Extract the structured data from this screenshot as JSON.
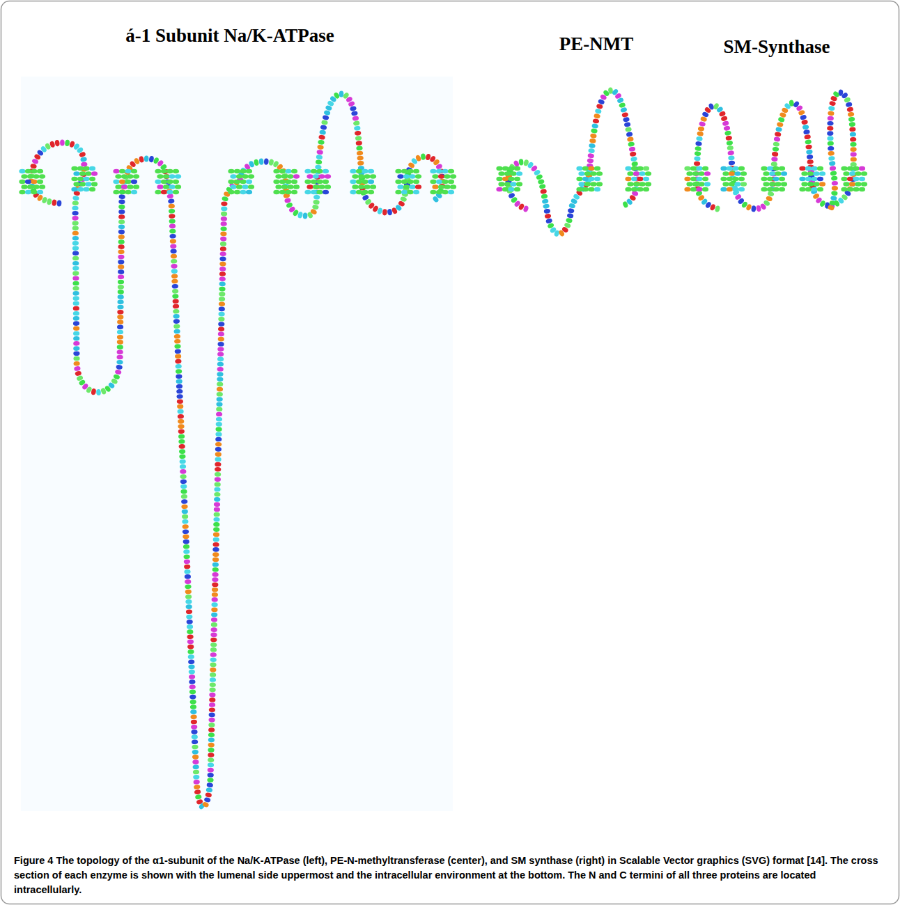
{
  "diagram": {
    "caption": "Figure 4 The topology of the α1-subunit of the Na/K-ATPase (left), PE-N-methyltransferase (center), and SM synthase (right) in Scalable Vector graphics (SVG) format [14]. The cross section of each enzyme is shown with the lumenal side uppermost and the intracellular environment at the bottom. The N and C termini of all three proteins are located intracellularly.",
    "labels": [
      "á-1 Subunit Na/K-ATPase",
      "PE-NMT",
      "SM-Synthase"
    ]
  }
}
